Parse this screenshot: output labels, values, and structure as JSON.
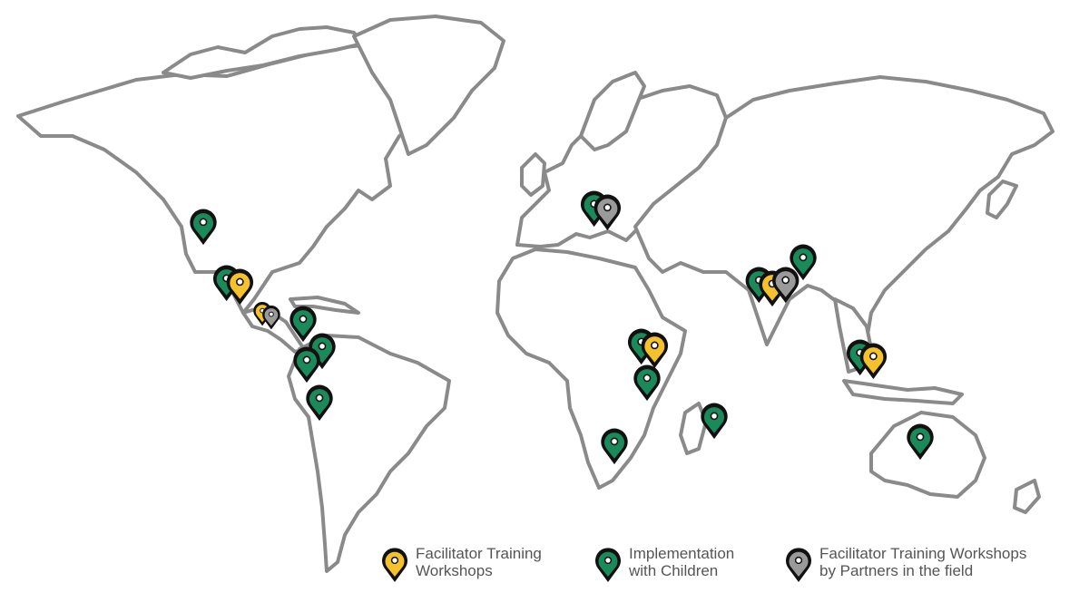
{
  "colors": {
    "green": "#1a8a5a",
    "yellow": "#f6c22b",
    "gray": "#9a9a9a",
    "land_stroke": "#8a8a8a"
  },
  "legend": [
    {
      "key": "training",
      "label": "Facilitator Training\nWorkshops",
      "color": "#f6c22b"
    },
    {
      "key": "implementation",
      "label": "Implementation\nwith Children",
      "color": "#1a8a5a"
    },
    {
      "key": "partners",
      "label": "Facilitator Training Workshops\nby Partners in the field",
      "color": "#9a9a9a"
    }
  ],
  "markers": [
    {
      "region": "western-usa",
      "types": [
        "implementation"
      ]
    },
    {
      "region": "mexico",
      "types": [
        "implementation",
        "training"
      ]
    },
    {
      "region": "central-america",
      "types": [
        "training",
        "partners"
      ]
    },
    {
      "region": "caribbean",
      "types": [
        "implementation"
      ]
    },
    {
      "region": "colombia",
      "types": [
        "implementation"
      ]
    },
    {
      "region": "ecuador",
      "types": [
        "implementation"
      ]
    },
    {
      "region": "peru",
      "types": [
        "implementation"
      ]
    },
    {
      "region": "eastern-europe",
      "types": [
        "implementation",
        "partners"
      ]
    },
    {
      "region": "east-africa",
      "types": [
        "implementation",
        "training"
      ]
    },
    {
      "region": "tanzania",
      "types": [
        "implementation"
      ]
    },
    {
      "region": "southern-africa",
      "types": [
        "implementation"
      ]
    },
    {
      "region": "madagascar",
      "types": [
        "implementation"
      ]
    },
    {
      "region": "india",
      "types": [
        "implementation",
        "training",
        "partners"
      ]
    },
    {
      "region": "nepal",
      "types": [
        "implementation"
      ]
    },
    {
      "region": "southeast-asia",
      "types": [
        "implementation",
        "training"
      ]
    },
    {
      "region": "australia",
      "types": [
        "implementation"
      ]
    }
  ]
}
